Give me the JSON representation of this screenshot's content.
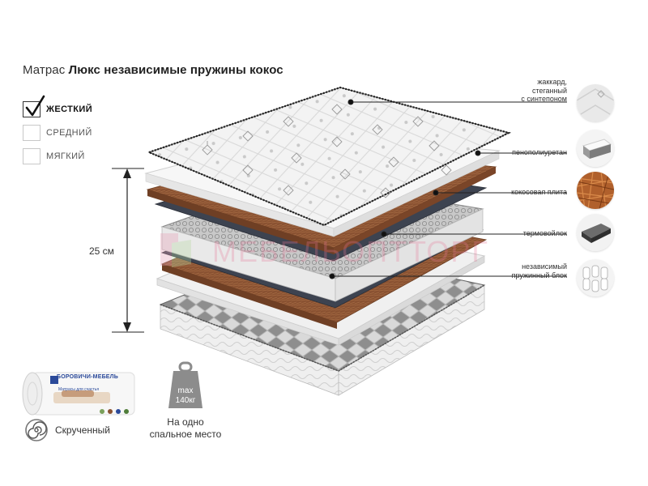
{
  "title": {
    "prefix": "Матрас ",
    "name": "Люкс независимые пружины кокос"
  },
  "firmness": [
    {
      "label": "ЖЕСТКИЙ",
      "checked": true
    },
    {
      "label": "СРЕДНИЙ",
      "checked": false
    },
    {
      "label": "МЯГКИЙ",
      "checked": false
    }
  ],
  "height_label": "25 см",
  "watermark": "МЕБЕЛЬОПТТОРГ",
  "layers": [
    {
      "label": "жаккард,\nстеганный\nс синтепоном",
      "icon": "jacquard-swatch-icon"
    },
    {
      "label": "пенополиуретан",
      "icon": "foam-swatch-icon"
    },
    {
      "label": "кокосовая плита",
      "icon": "coconut-swatch-icon"
    },
    {
      "label": "термовойлок",
      "icon": "felt-swatch-icon"
    },
    {
      "label": "независимый\nпружинный блок",
      "icon": "springs-swatch-icon"
    }
  ],
  "rolled": {
    "brand": "БОРОВИЧИ-МЕБЕЛЬ",
    "sub": "Матрасы для счастья",
    "label": "Скрученный"
  },
  "max_load": {
    "badge_top": "max",
    "badge_value": "140кг",
    "caption_1": "На одно",
    "caption_2": "спальное место"
  },
  "colors": {
    "foam": "#eeeeee",
    "coconut": "#8a5232",
    "felt": "#3d4350",
    "springs": "#bdbdbd",
    "jacquard": "#f2f2f2"
  }
}
